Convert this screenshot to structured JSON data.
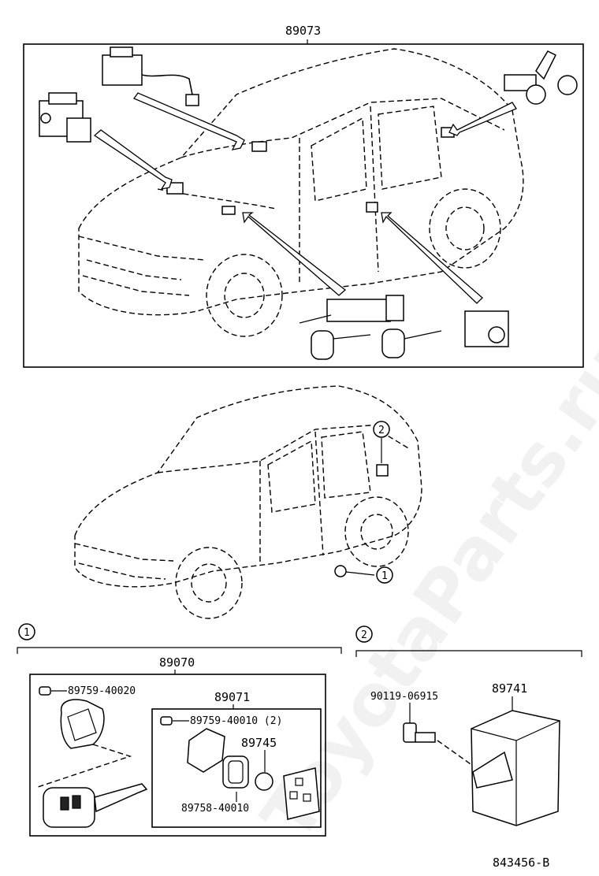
{
  "diagram": {
    "watermark": "ToyotaParts.ru",
    "main_assembly": "89073",
    "callout_1": "1",
    "callout_2": "2",
    "section1": {
      "callout": "1",
      "group_number": "89070",
      "screw_top": "89759-40020",
      "sub_group_number": "89071",
      "screw_sub": "89759-40010 (2)",
      "battery": "89745",
      "case_part": "89758-40010"
    },
    "section2": {
      "callout": "2",
      "bolt": "90119-06915",
      "ecu": "89741"
    },
    "figure_id": "843456-B"
  }
}
